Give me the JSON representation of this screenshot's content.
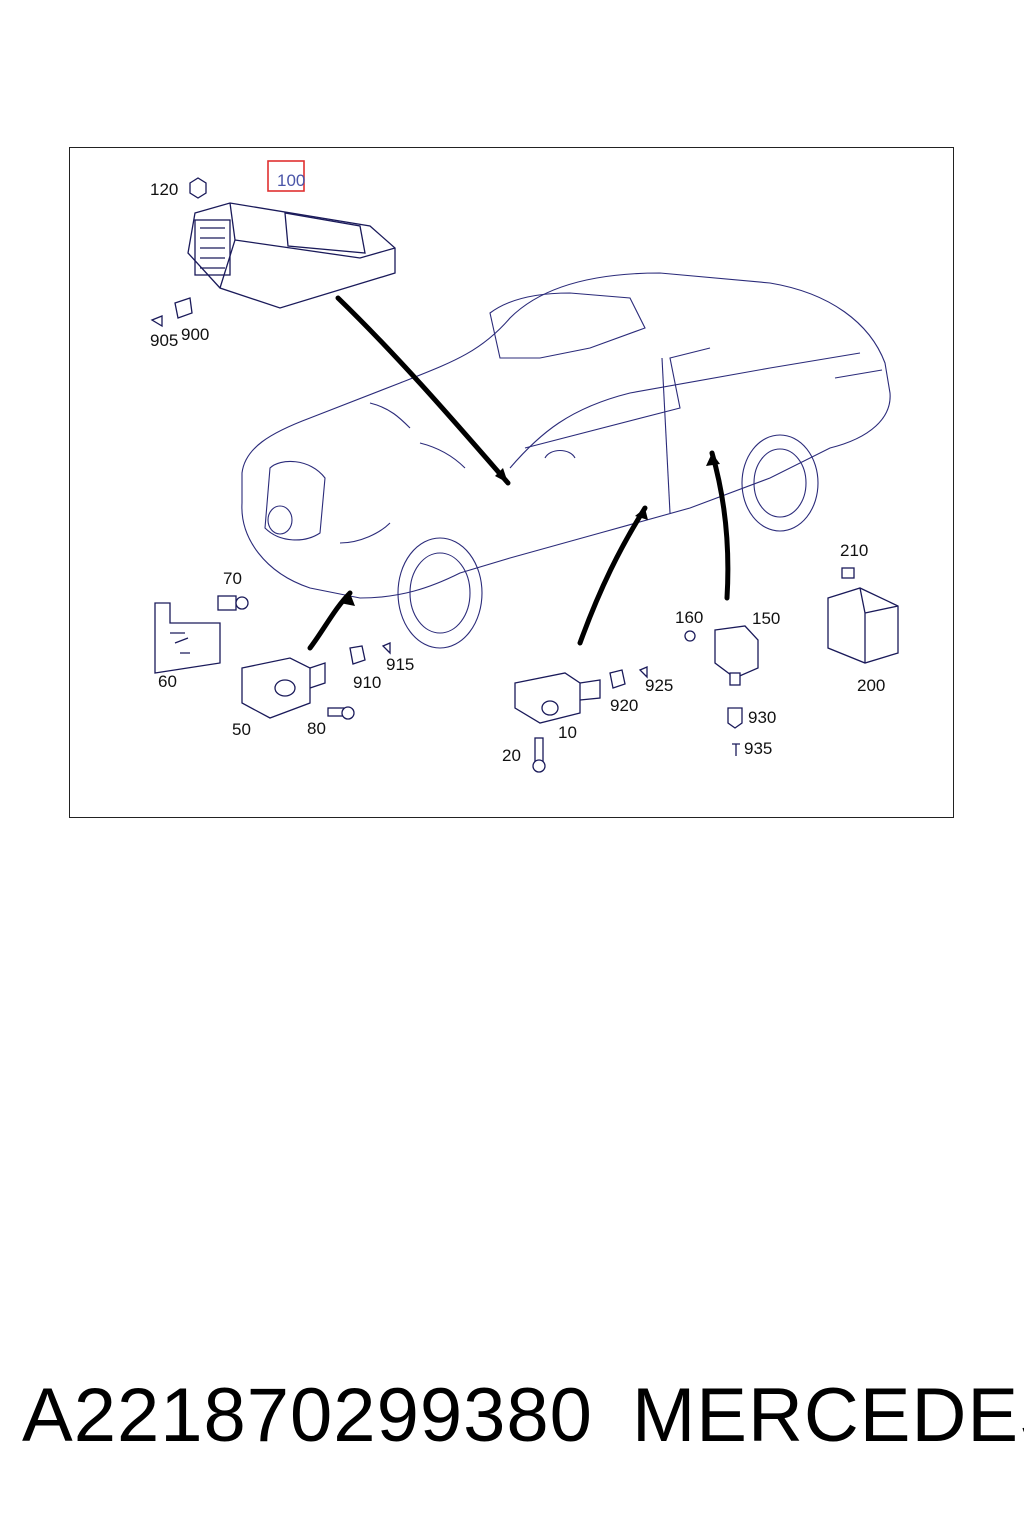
{
  "diagram": {
    "labels": {
      "l120": "120",
      "l100": "100",
      "l905": "905",
      "l900": "900",
      "l70": "70",
      "l60": "60",
      "l50": "50",
      "l80": "80",
      "l910": "910",
      "l915": "915",
      "l160": "160",
      "l150": "150",
      "l210": "210",
      "l200": "200",
      "l920": "920",
      "l925": "925",
      "l10": "10",
      "l20": "20",
      "l930": "930",
      "l935": "935"
    },
    "highlighted_label": "l100",
    "highlight_color": "#e03030",
    "line_color": "#1a1a5a"
  },
  "footer": {
    "part_number": "A221870299380",
    "brand": "MERCEDES"
  }
}
